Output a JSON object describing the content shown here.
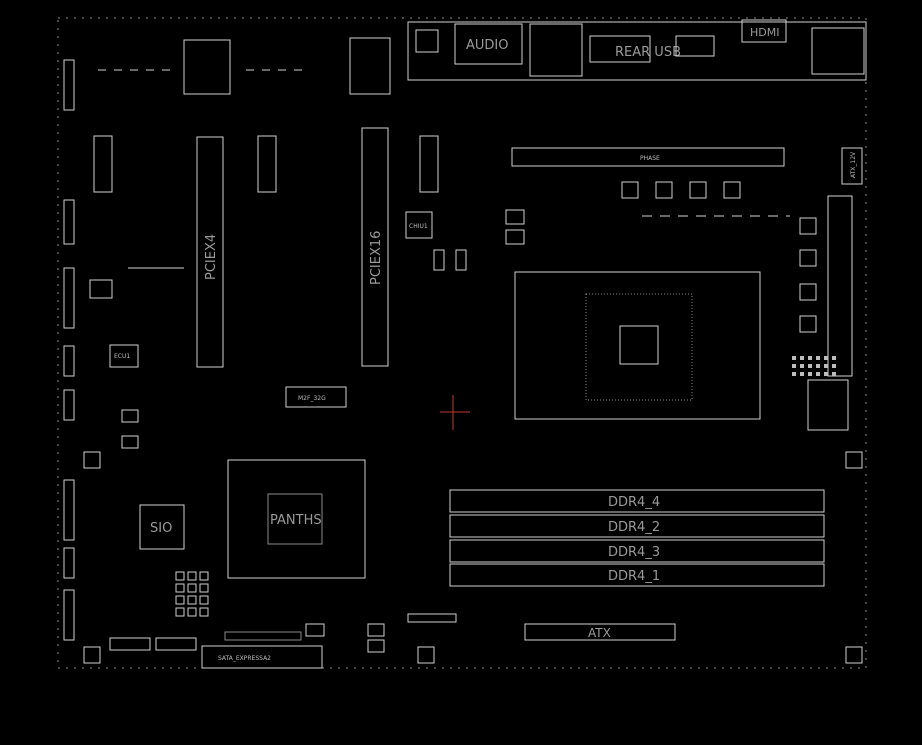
{
  "labels": {
    "audio": "AUDIO",
    "hdmi": "HDMI",
    "rear_usb": "REAR USB",
    "pciex4": "PCIEX4",
    "pciex16": "PCIEX16",
    "m2": "M2F_32G",
    "pch": "PANTHS",
    "sio": "SIO",
    "ddr4_4": "DDR4_4",
    "ddr4_2": "DDR4_2",
    "ddr4_3": "DDR4_3",
    "ddr4_1": "DDR4_1",
    "atx": "ATX",
    "sata": "SATA_EXPRESSA2",
    "cpu_vcore": "ATX_12V",
    "chip_u1": "CHIU1",
    "ecu": "ECU1",
    "phase": "PHASE"
  },
  "colors": {
    "background": "#000000",
    "silkscreen": "#cfcfcf",
    "label": "#9a9a9a",
    "crosshair": "#c0392b"
  }
}
